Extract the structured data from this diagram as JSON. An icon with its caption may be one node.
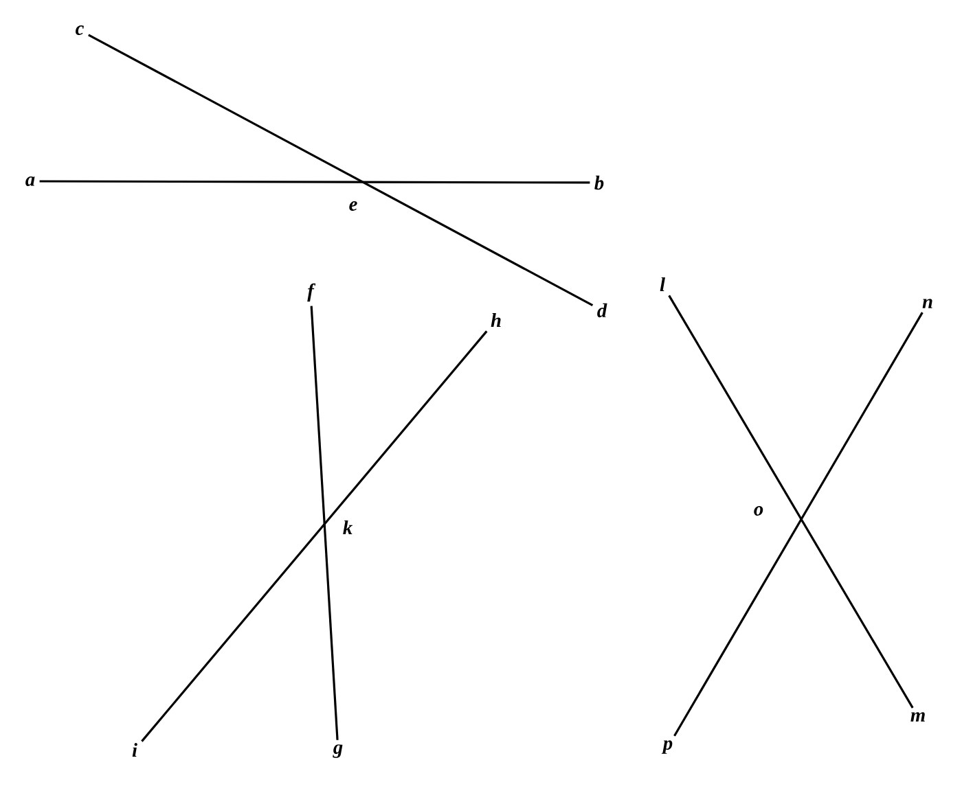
{
  "diagram": {
    "nodes": [
      {
        "text": [
          "a"
        ]
      },
      {
        "text": [
          "b"
        ]
      },
      {
        "text": [
          "c"
        ]
      },
      {
        "text": [
          "d"
        ]
      },
      {
        "text": [
          "f"
        ]
      },
      {
        "text": [
          "g"
        ]
      },
      {
        "text": [
          "h"
        ]
      },
      {
        "text": [
          "i"
        ]
      },
      {
        "text": [
          "l"
        ]
      },
      {
        "text": [
          "m"
        ]
      },
      {
        "text": [
          "n"
        ]
      },
      {
        "text": [
          "p"
        ]
      }
    ],
    "edges": [
      {
        "from": 0,
        "to": 1,
        "arrow": "none"
      },
      {
        "from": 2,
        "to": 3,
        "arrow": "none"
      },
      {
        "from": 4,
        "to": 5,
        "arrow": "none"
      },
      {
        "from": 6,
        "to": 7,
        "arrow": "none"
      },
      {
        "from": 8,
        "to": 9,
        "arrow": "none"
      },
      {
        "from": 10,
        "to": 11,
        "arrow": "none"
      }
    ],
    "labels": [
      "e",
      "k",
      "o"
    ]
  }
}
